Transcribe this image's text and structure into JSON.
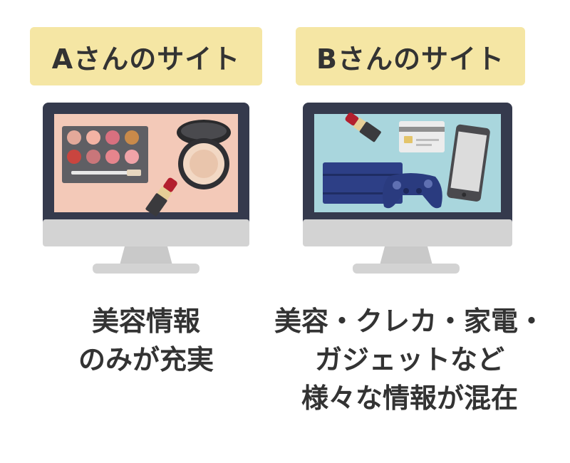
{
  "site_a": {
    "label": "Aさんのサイト",
    "description": [
      "美容情報",
      "のみが充実"
    ]
  },
  "site_b": {
    "label": "Bさんのサイト",
    "description": [
      "美容・クレカ・家電・",
      "ガジェットなど",
      "様々な情報が混在"
    ]
  },
  "colors": {
    "label_bg": "#f5e6a4",
    "monitor_frame": "#353a4d",
    "monitor_stand": "#cfcfcf",
    "screen_a_bg": "#f3c9b8",
    "screen_b_bg": "#a9d6dd",
    "text": "#333333"
  },
  "icons": {
    "monitor_a": [
      "eyeshadow-palette-icon",
      "compact-powder-icon",
      "lipstick-icon"
    ],
    "monitor_b": [
      "lipstick-icon",
      "credit-card-icon",
      "smartphone-icon",
      "game-console-icon",
      "game-controller-icon"
    ]
  }
}
